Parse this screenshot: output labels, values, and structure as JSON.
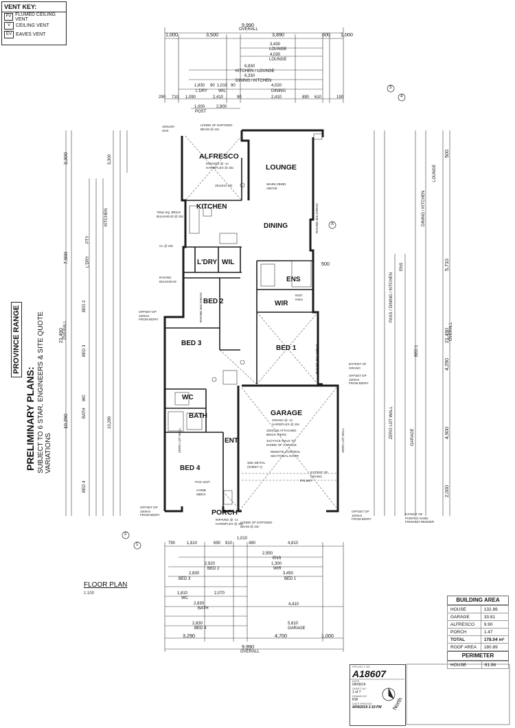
{
  "vent_key": {
    "title": "VENT KEY:",
    "items": [
      {
        "symbol": "FV",
        "label": "FLUMED CEILING VENT"
      },
      {
        "symbol": "V",
        "label": "CEILING VENT"
      },
      {
        "symbol": "EV",
        "label": "EAVES VENT"
      }
    ]
  },
  "side_title": {
    "range": "PROVINCE RANGE",
    "plans": "PRELIMINARY PLANS:",
    "subject": "SUBJECT TO 6 STAR, ENGINEERS & SITE QUOTE VARIATIONS"
  },
  "floor_plan": {
    "title": "FLOOR PLAN",
    "scale": "1:100"
  },
  "rooms": {
    "alfresco": "ALFRESCO",
    "lounge": "LOUNGE",
    "kitchen": "KITCHEN",
    "dining": "DINING",
    "ldry": "L'DRY",
    "wil": "WIL",
    "ens": "ENS",
    "wir": "WIR",
    "bed2": "BED 2",
    "bed1": "BED 1",
    "bed3": "BED 3",
    "wc": "WC",
    "bath": "BATH",
    "garage": "GARAGE",
    "ent": "ENT",
    "bed4": "BED 4",
    "porch": "PORCH"
  },
  "notes": {
    "alfresco_sub": "INPAVED @ -1c\nHARD/FLEX @ 25c",
    "alfresco_post": "100x100\nSHS",
    "alfresco_beam": "U/SIDE OF EXPOSED\nBEAM @ 24c",
    "sd_2410": "25x2410 SD",
    "whirlybird": "WHIRLYBIRD\nABOVE",
    "brick_bulkhead": "700w SQ. BRICK\nBULKHEAD @ 25c",
    "cl": "CL @ 25c",
    "raking_bulkhead": "RAKING\nBULKHEAD",
    "garage_sub": "GRANO @ -1c\nHARD/FLEX @ 25c",
    "piers": "200X100 ATTACHED\nBRICK PIERS",
    "face_work": "2nd FACE WALK TO\nINSIDE OF GARAGE",
    "remote": "REMOTE CONTROL\nSECTIONAL DOOR",
    "see_detail": "SEE DETAIL\n(SHEET 1)",
    "extent_grano": "EXTENT OF\nGRANO",
    "offset_dp": "OFFSET DP\n100mm\nFROM B/DRY",
    "porch_sub": "INPAVED @ -1c\nHARD/FLEX @ 25c",
    "porch_beam": "U/SIDE OF EXPOSED\nBEAM @ 24c",
    "pcd": "PCD UNIT",
    "comb": "COMB\nMBOX",
    "hwu": "INST.\nHWU",
    "pelmet": "PELMET",
    "legend_extent": "EXTENT OF\nPAINTED SAND\nFINISHED RENDER",
    "zero_lot": "ZERO LOT WALL",
    "raking": "RAKING BULKHEAD"
  },
  "top_dims": {
    "overall": "9,990",
    "overall_lbl": "OVERALL",
    "row1": [
      "1,000",
      "3,500",
      "3,890",
      "600",
      "1,000"
    ],
    "lounge1": "3,430",
    "lounge2": "4,030",
    "lounge_lbl": "LOUNGE",
    "kl": "6,830",
    "kl_lbl": "KITCHEN / LOUNGE",
    "dk": "6,330",
    "dk_lbl": "DINING / KITCHEN",
    "ldry_row": [
      "1,830",
      "90",
      "1,010",
      "90",
      "4,020"
    ],
    "ldry_lbl": [
      "L'DRY",
      "WIL",
      "DINING"
    ],
    "bottom_row": [
      "290",
      "710",
      "1,090",
      "2,410",
      "90",
      "2,410",
      "890",
      "610",
      "190"
    ],
    "post": [
      "1,000",
      "2,900"
    ],
    "post_lbl": "POST"
  },
  "bottom_dims": {
    "row1": [
      "790",
      "1,810",
      "690",
      "910",
      "1,010",
      "490",
      "4,810"
    ],
    "ens": "2,950",
    "wir": "1,300",
    "bed1": "3,450",
    "bed2": "2,920",
    "bed3": "2,830",
    "wc": "1,810",
    "pass": "2,070",
    "bath": "2,830",
    "bed4": "2,830",
    "garage": "5,610",
    "garage2": "4,410",
    "totals": [
      "3,290",
      "4,700",
      "1,000"
    ],
    "overall": "9,990",
    "overall_lbl": "OVERALL"
  },
  "left_dims": {
    "overall": "21,490",
    "overall_lbl": "OVERALL",
    "seg": [
      "3,300",
      "7,900",
      "10,290"
    ],
    "labels": [
      "BED 3",
      "BED 2",
      "BATH",
      "BED 4",
      "WC",
      "KITCHEN",
      "L'DRY",
      "PTY"
    ]
  },
  "right_dims": {
    "overall": "21,490",
    "overall_lbl": "OVERALL",
    "seg": [
      "500",
      "5,710",
      "4,290",
      "4,900",
      "2,000"
    ],
    "labels": [
      "LOUNGE",
      "DINING / KITCHEN",
      "BED 1",
      "GARAGE",
      "ENS",
      "PASS / DINING / KITCHEN"
    ]
  },
  "building_area": {
    "title": "BUILDING AREA",
    "rows": [
      {
        "name": "HOUSE",
        "value": "132.86"
      },
      {
        "name": "GARAGE",
        "value": "33.81"
      },
      {
        "name": "ALFRESCO",
        "value": "9.90"
      },
      {
        "name": "PORCH",
        "value": "1.47"
      },
      {
        "name": "TOTAL",
        "value": "178.04 m²"
      },
      {
        "name": "ROOF AREA",
        "value": "180.89"
      }
    ],
    "perimeter_title": "PERIMETER",
    "perimeter": {
      "name": "HOUSE",
      "value": "61.96"
    }
  },
  "title_block": {
    "proj_lbl": "PROJECT NO",
    "project": "A18607",
    "date_lbl": "DATE",
    "date": "04/09/19",
    "sheet_lbl": "SHEET NO",
    "sheet": "1 of 7",
    "drawn_lbl": "DRAWN BY",
    "drawn": "KW",
    "printed_lbl": "DATE PRINTED",
    "printed": "4/09/2019   3:18 PM",
    "north": "North"
  },
  "markers": {
    "m3": "3",
    "m4": "4",
    "m2": "2",
    "m1": "1",
    "a": "A"
  },
  "colors": {
    "wall": "#1a1a1a",
    "wall_fill": "#d9d9d9",
    "line": "#333333",
    "accent": "#5a5a5a"
  }
}
